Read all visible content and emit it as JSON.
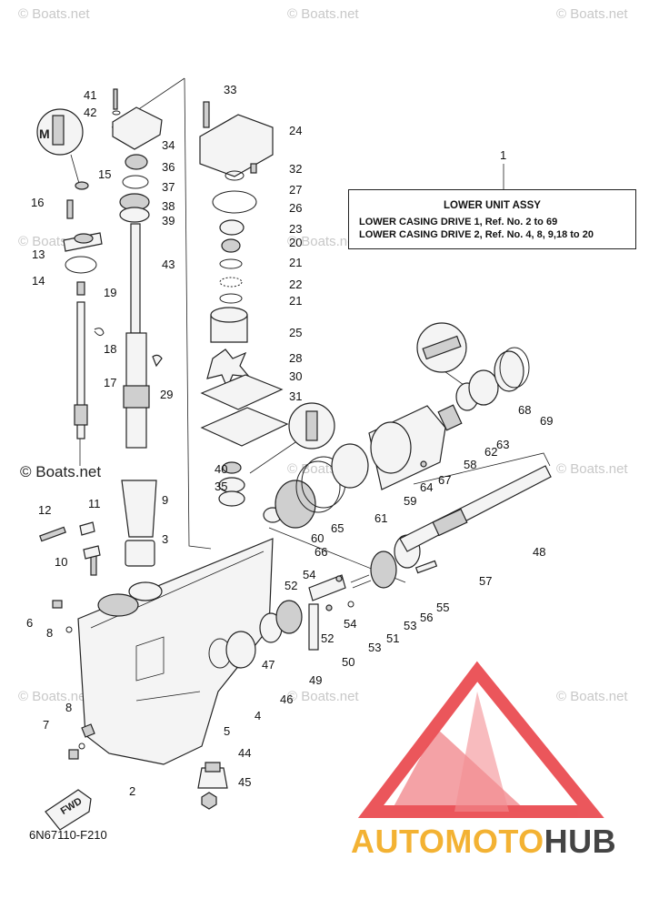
{
  "watermarks": {
    "text": "© Boats.net",
    "big_text": "© Boats.net"
  },
  "info_box": {
    "ref": "1",
    "title": "LOWER UNIT ASSY",
    "line1": "LOWER CASING DRIVE 1,   Ref. No. 2 to 69",
    "line2": "LOWER CASING DRIVE 2,   Ref. No. 4, 8, 9,18 to 20"
  },
  "diagram_code": "6N67110-F210",
  "fwd_label": "FWD",
  "brand": {
    "part1": "AUTOMOTO",
    "part2": "HUB",
    "colors": {
      "primary": "#f3b233",
      "secondary": "#444444",
      "logo": "#e8393f"
    }
  },
  "callouts": [
    "41",
    "42",
    "34",
    "36",
    "37",
    "38",
    "39",
    "43",
    "15",
    "16",
    "13",
    "14",
    "19",
    "18",
    "17",
    "29",
    "33",
    "24",
    "32",
    "27",
    "26",
    "23",
    "20",
    "21",
    "22",
    "21",
    "25",
    "28",
    "30",
    "31",
    "40",
    "35",
    "9",
    "3",
    "12",
    "11",
    "10",
    "6",
    "8",
    "8",
    "7",
    "2",
    "4",
    "5",
    "44",
    "45",
    "47",
    "46",
    "49",
    "50",
    "52",
    "52",
    "54",
    "54",
    "51",
    "53",
    "53",
    "56",
    "55",
    "57",
    "48",
    "60",
    "65",
    "61",
    "66",
    "59",
    "64",
    "67",
    "58",
    "62",
    "63",
    "68",
    "69"
  ]
}
